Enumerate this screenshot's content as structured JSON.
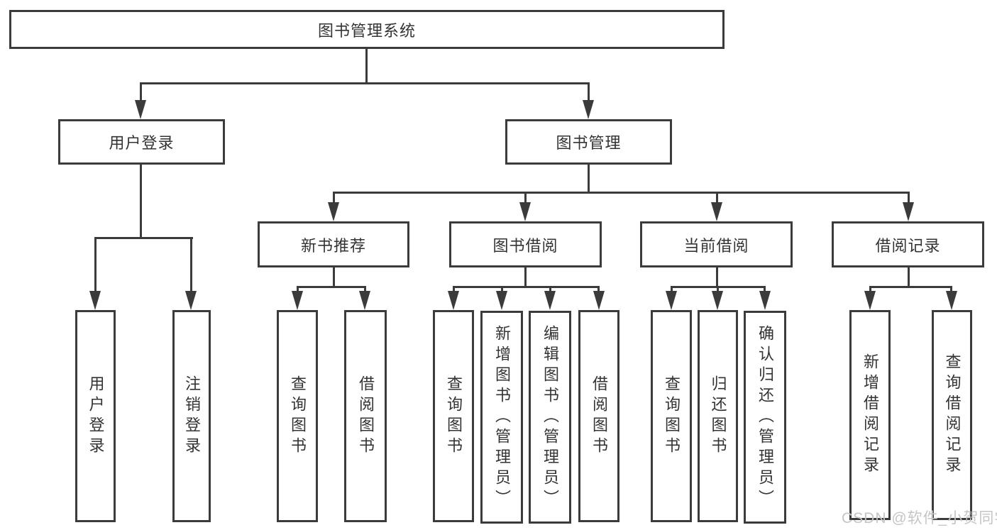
{
  "colors": {
    "line": "#3b3b3b",
    "text": "#333333",
    "background": "#ffffff",
    "watermark": "#c6c5c5"
  },
  "root": {
    "label": "图书管理系统"
  },
  "level2": {
    "user_login": {
      "label": "用户登录"
    },
    "book_mgmt": {
      "label": "图书管理"
    }
  },
  "level3": {
    "new_books": {
      "label": "新书推荐"
    },
    "book_borrow": {
      "label": "图书借阅"
    },
    "current_borrow": {
      "label": "当前借阅"
    },
    "borrow_records": {
      "label": "借阅记录"
    }
  },
  "level4": {
    "user_login": {
      "login": "用户登录",
      "logout": "注销登录"
    },
    "new_books": {
      "query": "查询图书",
      "borrow": "借阅图书"
    },
    "book_borrow": {
      "query": "查询图书",
      "add": "新增图书（管理员）",
      "edit": "编辑图书（管理员）",
      "borrow": "借阅图书"
    },
    "current_borrow": {
      "query": "查询图书",
      "return": "归还图书",
      "confirm": "确认归还（管理员）"
    },
    "borrow_records": {
      "add": "新增借阅记录",
      "query": "查询借阅记录"
    }
  },
  "watermark": "CSDN @软件_小贺同学"
}
